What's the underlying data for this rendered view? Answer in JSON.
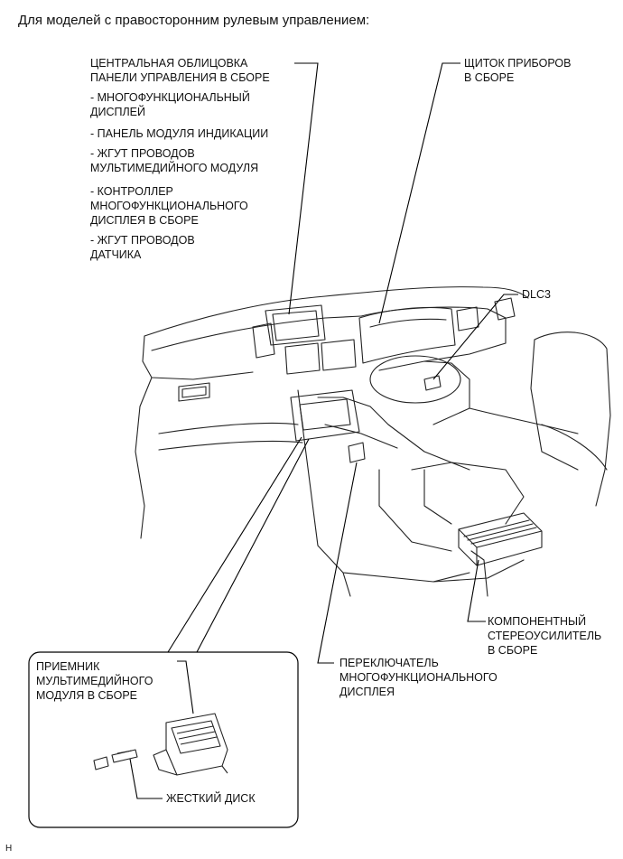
{
  "header": "Для моделей с правосторонним рулевым управлением:",
  "labels": {
    "center_cluster": "ЦЕНТРАЛЬНАЯ ОБЛИЦОВКА\nПАНЕЛИ УПРАВЛЕНИЯ В СБОРЕ",
    "sub_display": "- МНОГОФУНКЦИОНАЛЬНЫЙ\nДИСПЛЕЙ",
    "sub_indicator_panel": "- ПАНЕЛЬ МОДУЛЯ ИНДИКАЦИИ",
    "sub_multimedia_harness": "- ЖГУТ ПРОВОДОВ\nМУЛЬТИМЕДИЙНОГО МОДУЛЯ",
    "sub_display_controller": "- КОНТРОЛЛЕР\nМНОГОФУНКЦИОНАЛЬНОГО\nДИСПЛЕЯ В СБОРЕ",
    "sub_sensor_harness": "- ЖГУТ ПРОВОДОВ\nДАТЧИКА",
    "combination_meter": "ЩИТОК ПРИБОРОВ\nВ СБОРЕ",
    "dlc3": "DLC3",
    "stereo_amplifier": "КОМПОНЕНТНЫЙ\nСТЕРЕОУСИЛИТЕЛЬ\nВ СБОРЕ",
    "display_switch": "ПЕРЕКЛЮЧАТЕЛЬ\nМНОГОФУНКЦИОНАЛЬНОГО\nДИСПЛЕЯ",
    "multimedia_receiver": "ПРИЕМНИК\nМУЛЬТИМЕДИЙНОГО\nМОДУЛЯ В СБОРЕ",
    "hard_disk": "ЖЕСТКИЙ ДИСК"
  },
  "footer": "H"
}
